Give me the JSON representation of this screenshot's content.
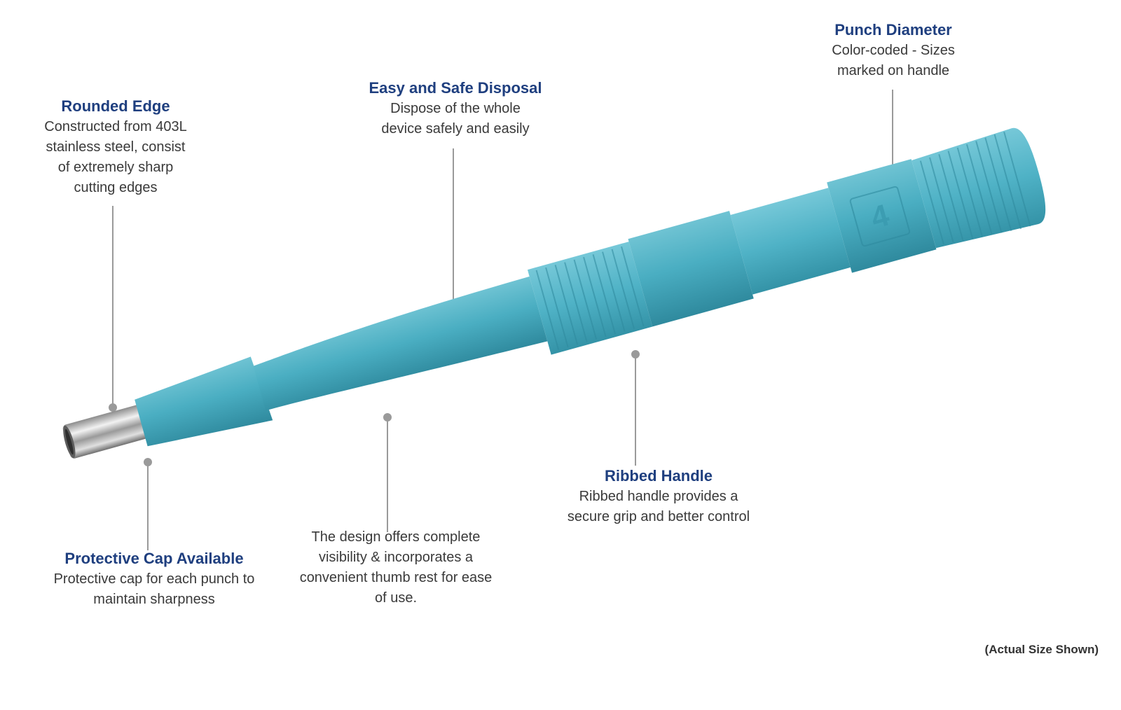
{
  "colors": {
    "title": "#1f3f7f",
    "text": "#3a3a3a",
    "leader": "#9a9a9a",
    "device_main": "#4aaec2",
    "device_light": "#7fcad8",
    "device_dark": "#2f8a9e",
    "steel": "#b7b7b7"
  },
  "callouts": {
    "rounded_edge": {
      "title": "Rounded Edge",
      "lines": [
        "Constructed from 403L",
        "stainless steel, consist",
        "of extremely sharp",
        "cutting edges"
      ]
    },
    "safe_disposal": {
      "title": "Easy and Safe Disposal",
      "lines": [
        "Dispose of the whole",
        "device safely and easily"
      ]
    },
    "punch_diameter": {
      "title": "Punch Diameter",
      "lines": [
        "Color-coded - Sizes",
        "marked on handle"
      ]
    },
    "ribbed_handle": {
      "title": "Ribbed Handle",
      "lines": [
        "Ribbed handle provides a",
        "secure grip and better control"
      ]
    },
    "protective_cap": {
      "title": "Protective Cap Available",
      "lines": [
        "Protective cap for each punch to",
        "maintain sharpness"
      ]
    },
    "design": {
      "title": "",
      "lines": [
        "The design offers complete",
        "visibility & incorporates a",
        "convenient thumb rest for ease",
        "of use."
      ]
    }
  },
  "device": {
    "size_marking": "4"
  },
  "footnote": "(Actual Size Shown)"
}
